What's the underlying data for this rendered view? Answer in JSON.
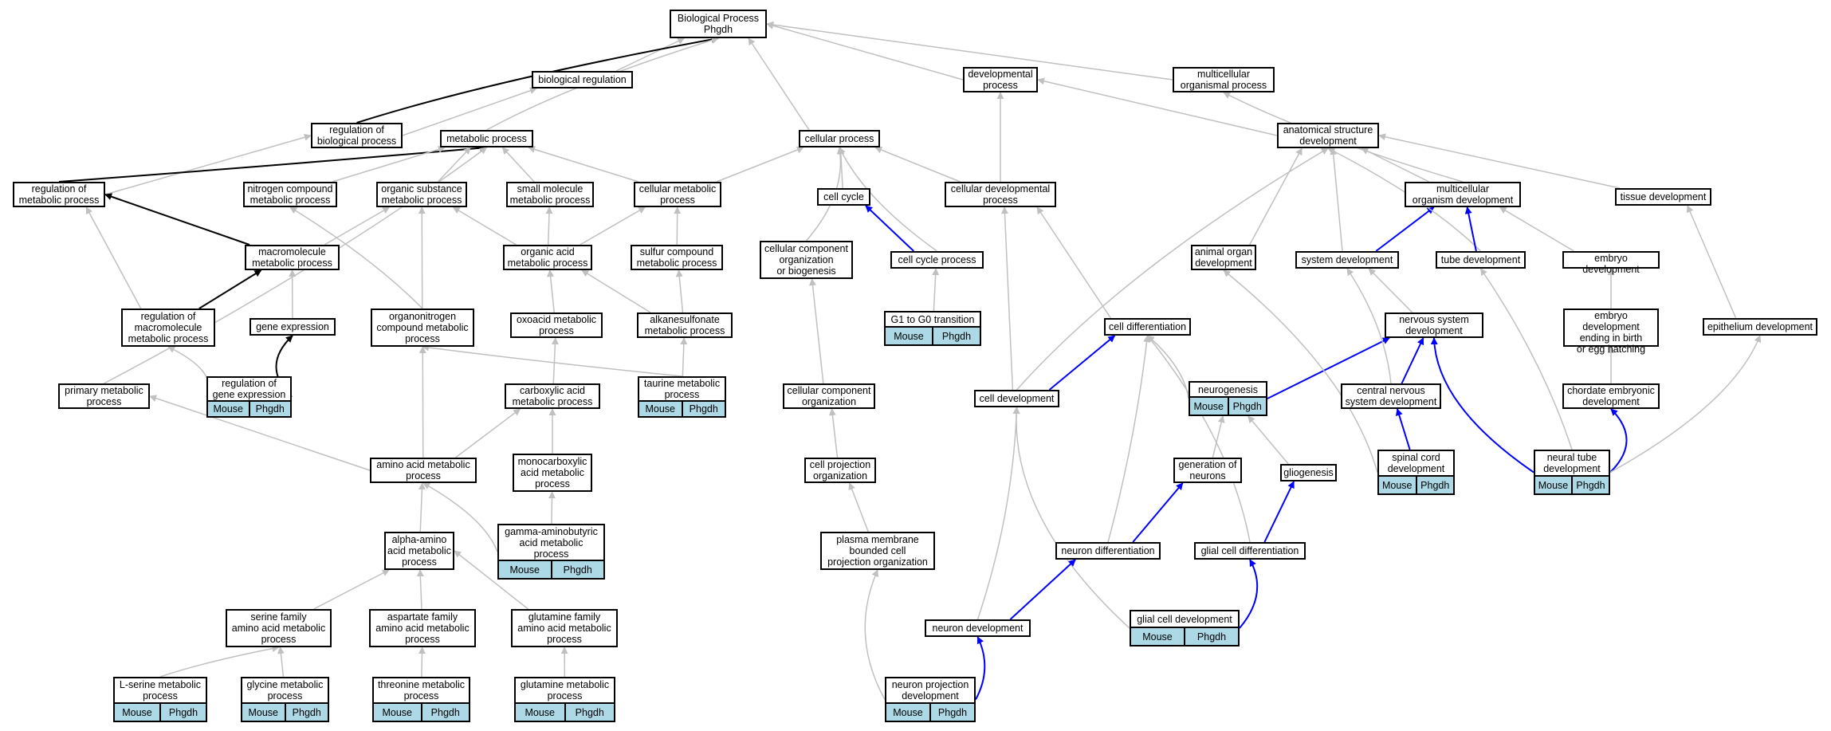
{
  "colors": {
    "gray_edge": "#c0c0c0",
    "black_edge": "#000000",
    "blue_edge": "#0000ff",
    "annotation_fill": "#add8e6"
  },
  "annotation": {
    "species": "Mouse",
    "gene": "Phgdh"
  },
  "nodes": [
    {
      "id": "root",
      "label": "Biological Process\nPhgdh"
    },
    {
      "id": "bioreg",
      "label": "biological regulation"
    },
    {
      "id": "devproc",
      "label": "developmental\nprocess"
    },
    {
      "id": "multiorg",
      "label": "multicellular\norganismal process"
    },
    {
      "id": "regbio",
      "label": "regulation of\nbiological process"
    },
    {
      "id": "metab",
      "label": "metabolic process"
    },
    {
      "id": "cellproc",
      "label": "cellular process"
    },
    {
      "id": "anat",
      "label": "anatomical structure\ndevelopment"
    },
    {
      "id": "regmet",
      "label": "regulation of\nmetabolic process"
    },
    {
      "id": "nitro",
      "label": "nitrogen compound\nmetabolic process"
    },
    {
      "id": "orgsub",
      "label": "organic substance\nmetabolic process"
    },
    {
      "id": "smallmol",
      "label": "small molecule\nmetabolic process"
    },
    {
      "id": "cellmet",
      "label": "cellular metabolic\nprocess"
    },
    {
      "id": "cellcycle",
      "label": "cell cycle"
    },
    {
      "id": "celldevproc",
      "label": "cellular developmental\nprocess"
    },
    {
      "id": "multidev",
      "label": "multicellular\norganism development"
    },
    {
      "id": "tissue",
      "label": "tissue development"
    },
    {
      "id": "macro",
      "label": "macromolecule\nmetabolic process"
    },
    {
      "id": "orgacid",
      "label": "organic acid\nmetabolic process"
    },
    {
      "id": "sulfur",
      "label": "sulfur compound\nmetabolic process"
    },
    {
      "id": "ccorg",
      "label": "cellular component\norganization\nor biogenesis"
    },
    {
      "id": "ccproc",
      "label": "cell cycle process"
    },
    {
      "id": "animal",
      "label": "animal organ\ndevelopment"
    },
    {
      "id": "sysdev",
      "label": "system development"
    },
    {
      "id": "tubedev",
      "label": "tube development"
    },
    {
      "id": "embryo",
      "label": "embryo development"
    },
    {
      "id": "regmacro",
      "label": "regulation of\nmacromolecule\nmetabolic process"
    },
    {
      "id": "geneexp",
      "label": "gene expression"
    },
    {
      "id": "organonitro",
      "label": "organonitrogen\ncompound metabolic\nprocess"
    },
    {
      "id": "oxoacid",
      "label": "oxoacid metabolic\nprocess"
    },
    {
      "id": "alkane",
      "label": "alkanesulfonate\nmetabolic process"
    },
    {
      "id": "g1g0",
      "label": "G1 to G0 transition",
      "annotated": true
    },
    {
      "id": "celldiff",
      "label": "cell differentiation"
    },
    {
      "id": "nervsys",
      "label": "nervous system\ndevelopment"
    },
    {
      "id": "embryobirth",
      "label": "embryo development\nending in birth\nor egg hatching"
    },
    {
      "id": "epith",
      "label": "epithelium development"
    },
    {
      "id": "primary",
      "label": "primary metabolic\nprocess"
    },
    {
      "id": "reggene",
      "label": "regulation of\ngene expression",
      "annotated": true
    },
    {
      "id": "carbox",
      "label": "carboxylic acid\nmetabolic process"
    },
    {
      "id": "taurine",
      "label": "taurine metabolic\nprocess",
      "annotated": true
    },
    {
      "id": "cccomp",
      "label": "cellular component\norganization"
    },
    {
      "id": "celldev",
      "label": "cell development"
    },
    {
      "id": "neurogen",
      "label": "neurogenesis",
      "annotated": true
    },
    {
      "id": "cns",
      "label": "central nervous\nsystem development"
    },
    {
      "id": "chordate",
      "label": "chordate embryonic\ndevelopment"
    },
    {
      "id": "aminoacid",
      "label": "amino acid metabolic\nprocess"
    },
    {
      "id": "monocarb",
      "label": "monocarboxylic\nacid metabolic\nprocess"
    },
    {
      "id": "cellproj",
      "label": "cell projection\norganization"
    },
    {
      "id": "genneur",
      "label": "generation of\nneurons"
    },
    {
      "id": "glio",
      "label": "gliogenesis"
    },
    {
      "id": "spinal",
      "label": "spinal cord\ndevelopment",
      "annotated": true
    },
    {
      "id": "neural",
      "label": "neural tube\ndevelopment",
      "annotated": true
    },
    {
      "id": "alpha",
      "label": "alpha-amino\nacid metabolic\nprocess"
    },
    {
      "id": "gaba",
      "label": "gamma-aminobutyric\nacid metabolic\nprocess",
      "annotated": true
    },
    {
      "id": "plasma",
      "label": "plasma membrane\nbounded cell\nprojection organization"
    },
    {
      "id": "neurdiff",
      "label": "neuron differentiation"
    },
    {
      "id": "glialdiff",
      "label": "glial cell differentiation"
    },
    {
      "id": "serine",
      "label": "serine family\namino acid metabolic\nprocess"
    },
    {
      "id": "aspartate",
      "label": "aspartate family\namino acid metabolic\nprocess"
    },
    {
      "id": "glutamine",
      "label": "glutamine family\namino acid metabolic\nprocess"
    },
    {
      "id": "glialdev",
      "label": "glial cell development",
      "annotated": true
    },
    {
      "id": "neurondev",
      "label": "neuron development"
    },
    {
      "id": "lserine",
      "label": "L-serine metabolic\nprocess",
      "annotated": true
    },
    {
      "id": "glycine",
      "label": "glycine metabolic\nprocess",
      "annotated": true
    },
    {
      "id": "threonine",
      "label": "threonine metabolic\nprocess",
      "annotated": true
    },
    {
      "id": "glutmet",
      "label": "glutamine metabolic\nprocess",
      "annotated": true
    },
    {
      "id": "neurproj",
      "label": "neuron projection\ndevelopment",
      "annotated": true
    }
  ]
}
